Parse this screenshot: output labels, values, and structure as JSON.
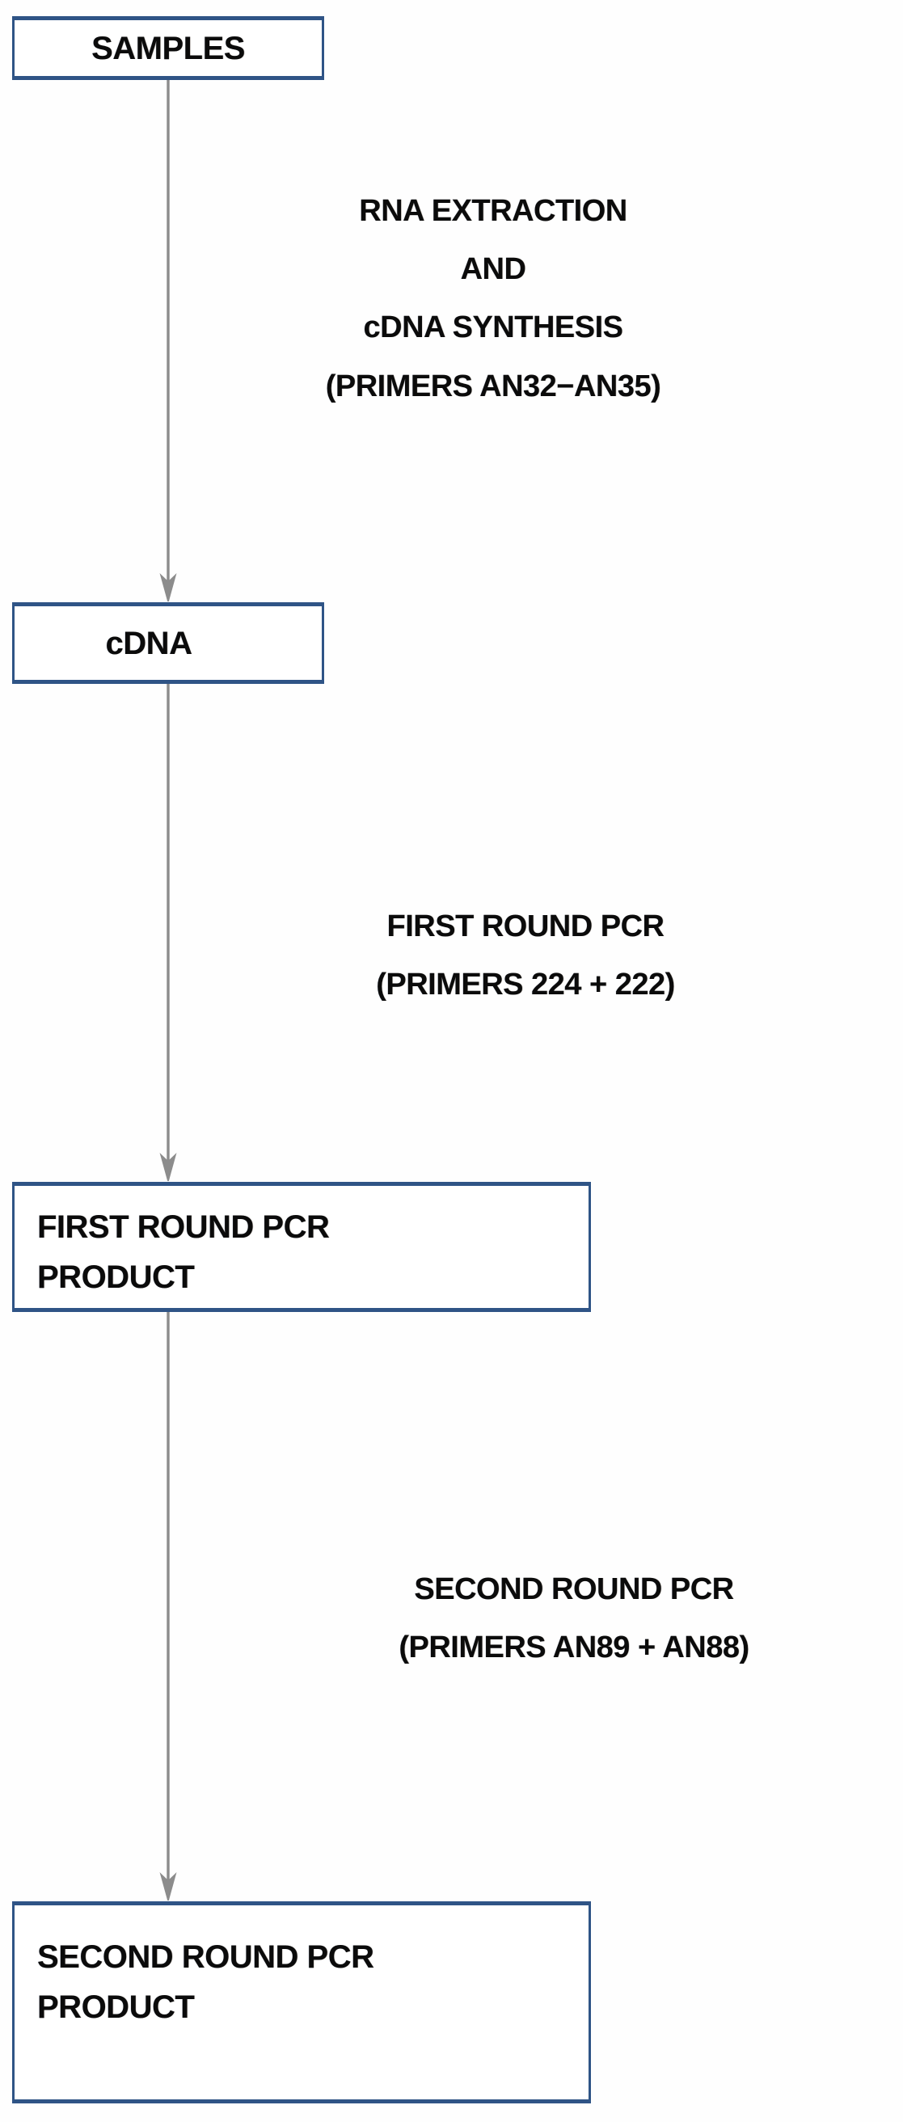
{
  "diagram": {
    "title": "RT-PCR nested amplification workflow",
    "colors": {
      "box_border": "#2f5486",
      "box_fill": "#ffffff",
      "arrow": "#808080",
      "text": "#0b0b0b",
      "background": "#fefefe"
    },
    "nodes": [
      {
        "id": "samples",
        "label": "SAMPLES",
        "align": "center"
      },
      {
        "id": "cdna",
        "label": "cDNA",
        "align": "center"
      },
      {
        "id": "first_product",
        "label": "FIRST ROUND PCR\nPRODUCT",
        "align": "left"
      },
      {
        "id": "second_product",
        "label": "SECOND ROUND PCR\nPRODUCT",
        "align": "left"
      }
    ],
    "edges": [
      {
        "id": "edge1",
        "from": "samples",
        "to": "cdna",
        "label": "RNA EXTRACTION\nAND\ncDNA  SYNTHESIS\n(PRIMERS AN32−AN35)",
        "icon": "down-arrow-icon"
      },
      {
        "id": "edge2",
        "from": "cdna",
        "to": "first_product",
        "label": "FIRST ROUND PCR\n(PRIMERS 224 + 222)",
        "icon": "down-arrow-icon"
      },
      {
        "id": "edge3",
        "from": "first_product",
        "to": "second_product",
        "label": "SECOND ROUND PCR\n(PRIMERS AN89 + AN88)",
        "icon": "down-arrow-icon"
      }
    ]
  }
}
